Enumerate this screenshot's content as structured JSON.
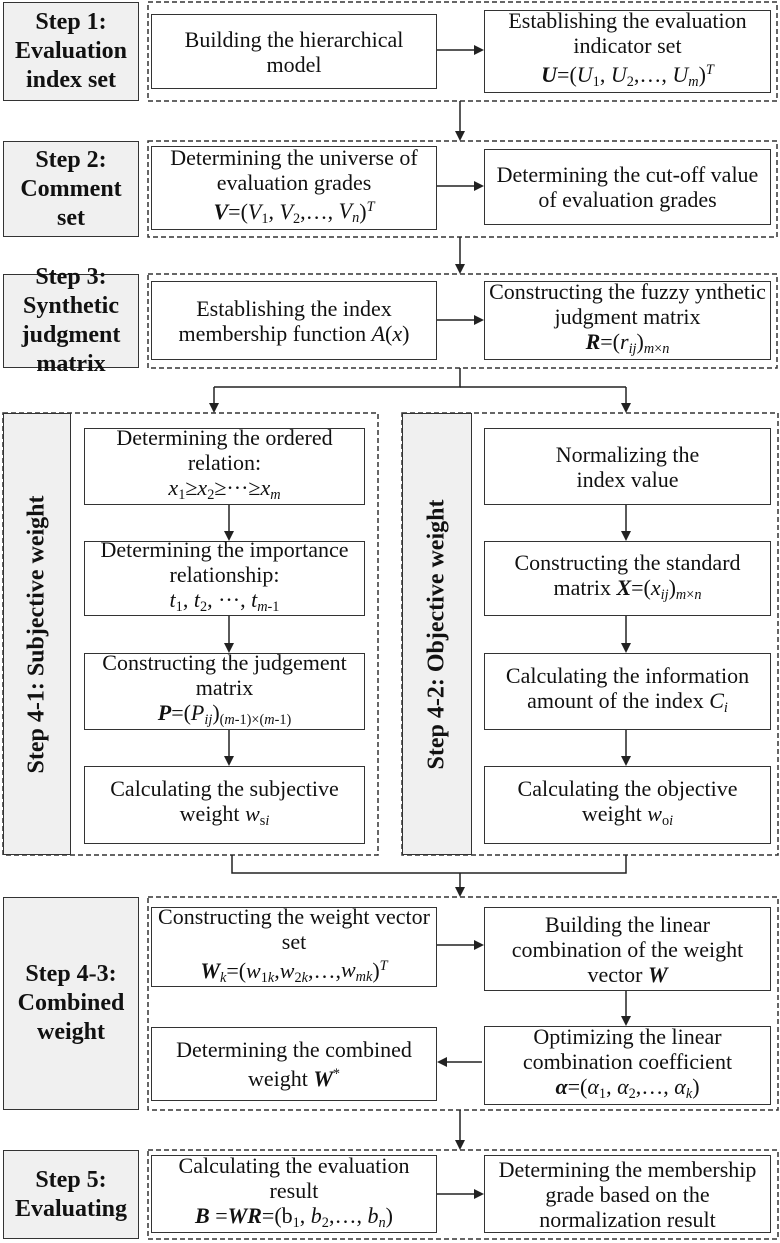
{
  "step1": {
    "label": "Step 1: Evaluation index set",
    "box_a": "Building the hierarchical model",
    "box_b": "Establishing the evaluation indicator set"
  },
  "step2": {
    "label": "Step 2: Comment set",
    "box_a": "Determining the universe of evaluation grades",
    "box_b": "Determining the cut-off value of evaluation grades"
  },
  "step3": {
    "label": "Step 3: Synthetic judgment matrix",
    "box_a": "Establishing the index membership function",
    "box_b": "Constructing the fuzzy ynthetic judgment matrix"
  },
  "step41": {
    "label": "Step 4-1: Subjective weight",
    "box_1": "Determining the ordered relation:",
    "box_2": "Determining the importance relationship:",
    "box_3": "Constructing the judgement matrix",
    "box_4": "Calculating the subjective weight"
  },
  "step42": {
    "label": "Step 4-2: Objective weight",
    "box_1": "Normalizing the index value",
    "box_2": "Constructing the standard matrix",
    "box_3": "Calculating the information amount of the index",
    "box_4": "Calculating the objective weight"
  },
  "step43": {
    "label": "Step 4-3: Combined weight",
    "box_a": "Constructing the weight vector set",
    "box_b": "Building the linear combination of the weight vector",
    "box_c": "Optimizing the linear combination coefficient",
    "box_d": "Determining the combined weight"
  },
  "step5": {
    "label": "Step 5: Evaluating",
    "box_a": "Calculating the evaluation result",
    "box_b": "Determining the membership grade based on the normalization result"
  }
}
